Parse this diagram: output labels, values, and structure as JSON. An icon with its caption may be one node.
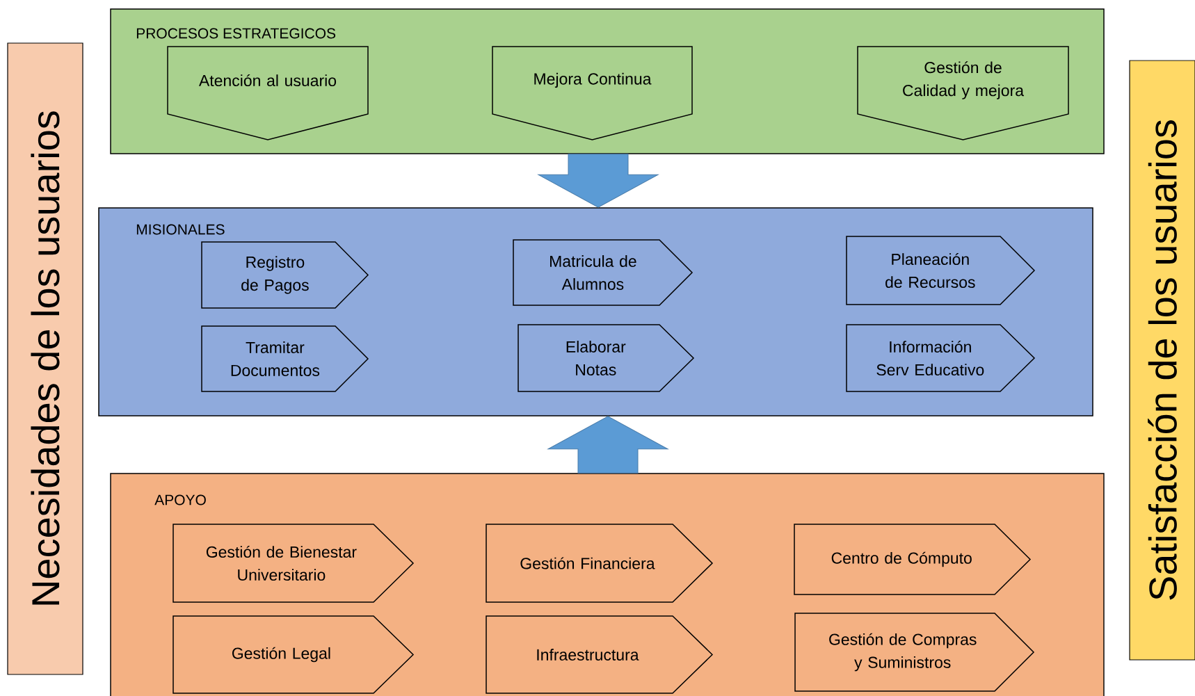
{
  "diagram": {
    "nodes": [
      {
        "text": [
          "Necesidades de los usuarios"
        ]
      },
      {
        "text": [
          "PROCESOS ESTRATEGICOS"
        ]
      },
      {
        "text": [
          "Atención al usuario"
        ],
        "in": 1
      },
      {
        "text": [
          "Mejora Continua"
        ],
        "in": 1
      },
      {
        "text": [
          "Gestión de Calidad y mejora"
        ],
        "in": 1
      },
      {
        "text": [
          "MISIONALES"
        ]
      },
      {
        "text": [
          "Registro de Pagos"
        ],
        "in": 5
      },
      {
        "text": [
          "Matricula de Alumnos"
        ],
        "in": 5
      },
      {
        "text": [
          "Planeación de Recursos"
        ],
        "in": 5
      },
      {
        "text": [
          "Tramitar Documentos"
        ],
        "in": 5
      },
      {
        "text": [
          "Elaborar Notas"
        ],
        "in": 5
      },
      {
        "text": [
          "Información Serv Educativo"
        ],
        "in": 5
      },
      {
        "text": [
          "APOYO"
        ]
      },
      {
        "text": [
          "Gestión de Bienestar Universitario"
        ],
        "in": 12
      },
      {
        "text": [
          "Gestión Financiera"
        ],
        "in": 12
      },
      {
        "text": [
          "Centro de Cómputo"
        ],
        "in": 12
      },
      {
        "text": [
          "Gestión Legal"
        ],
        "in": 12
      },
      {
        "text": [
          "Infraestructura"
        ],
        "in": 12
      },
      {
        "text": [
          "Gestión de Compras y Suministros"
        ],
        "in": 12
      },
      {
        "text": [
          "Satisfacción de los usuarios"
        ]
      }
    ],
    "edges": [
      {
        "from": 1,
        "to": 5,
        "arrow": "to"
      },
      {
        "from": 12,
        "to": 5,
        "arrow": "to"
      }
    ]
  }
}
